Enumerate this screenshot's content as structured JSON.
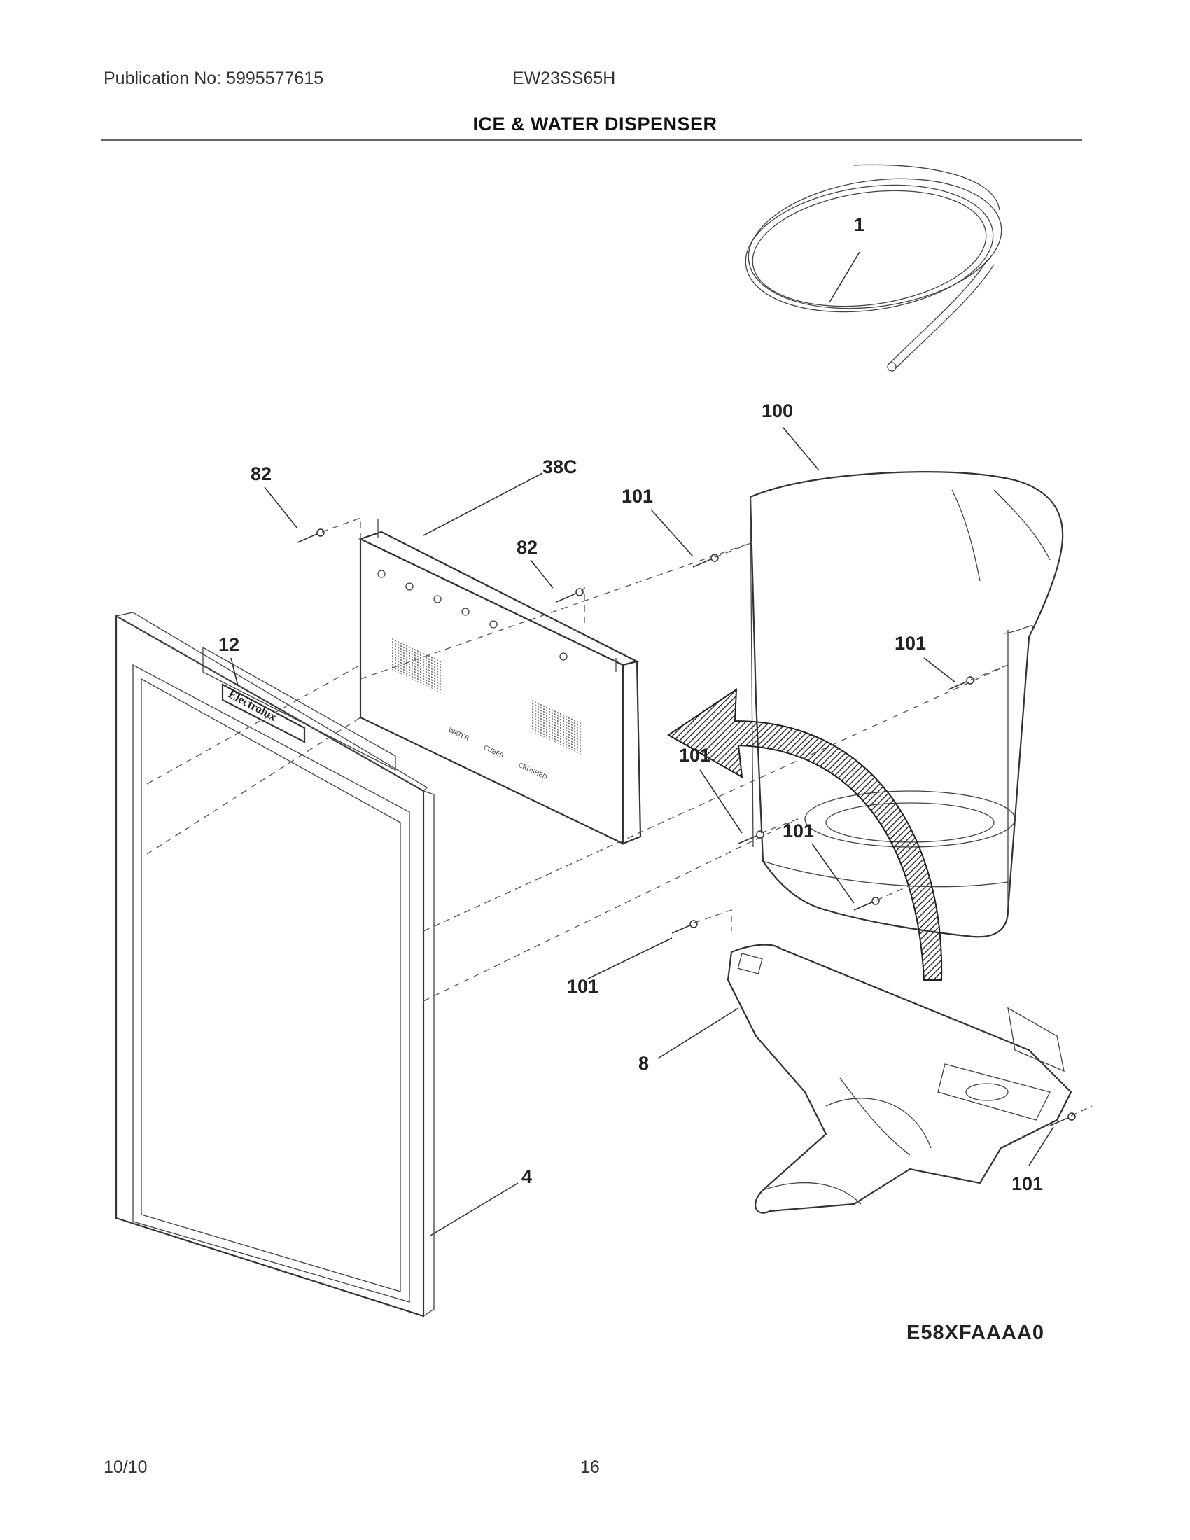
{
  "header": {
    "publication": "Publication No: 5995577615",
    "model": "EW23SS65H",
    "title": "ICE & WATER DISPENSER"
  },
  "diagram": {
    "callouts": {
      "part_1": "1",
      "part_100": "100",
      "part_38c": "38C",
      "part_82_left": "82",
      "part_82_center": "82",
      "part_101_top": "101",
      "part_101_right": "101",
      "part_101_mid": "101",
      "part_101_mid2": "101",
      "part_101_lower": "101",
      "part_101_bottom_right": "101",
      "part_12": "12",
      "part_8": "8",
      "part_4": "4"
    },
    "brand": "Electrolux",
    "control_panel_labels": [
      "WATER",
      "CUBES",
      "CRUSHED"
    ],
    "code": "E58XFAAAA0"
  },
  "footer": {
    "date": "10/10",
    "page": "16"
  }
}
